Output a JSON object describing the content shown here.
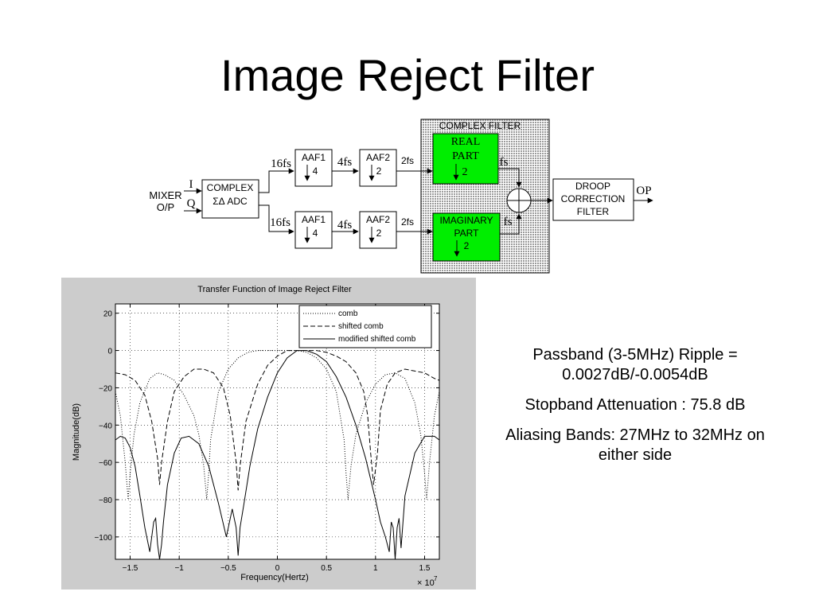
{
  "slide": {
    "title": "Image Reject Filter"
  },
  "diagram": {
    "mixer_label_1": "MIXER",
    "mixer_label_2": "O/P",
    "i_label": "I",
    "q_label": "Q",
    "adc_label_1": "COMPLEX",
    "adc_label_2": "ΣΔ ADC",
    "top_rate_1": "16fs",
    "bottom_rate_1": "16fs",
    "aaf1_top_name": "AAF1",
    "aaf1_top_factor": "4",
    "aaf1_bottom_name": "AAF1",
    "aaf1_bottom_factor": "4",
    "top_rate_2": "4fs",
    "bottom_rate_2": "4fs",
    "aaf2_top_name": "AAF2",
    "aaf2_top_factor": "2",
    "aaf2_bottom_name": "AAF2",
    "aaf2_bottom_factor": "2",
    "top_rate_3": "2fs",
    "bottom_rate_3": "2fs",
    "complex_filter_title": "COMPLEX FILTER",
    "real_label_1": "REAL",
    "real_label_2": "PART",
    "real_factor": "2",
    "imag_label_1": "IMAGINARY",
    "imag_label_2": "PART",
    "imag_factor": "2",
    "top_out_rate": "fs",
    "bottom_out_rate": "fs",
    "droop_label_1": "DROOP",
    "droop_label_2": "CORRECTION",
    "droop_label_3": "FILTER",
    "output_label": "OP",
    "colors": {
      "green_block": "#00ee00",
      "hatch": "#aaaaaa"
    }
  },
  "chart_data": {
    "type": "line",
    "title": "Transfer Function of Image Reject Filter",
    "xlabel": "Frequency(Hertz)",
    "ylabel": "Magnitude(dB)",
    "x_multiplier": "× 10",
    "x_multiplier_exp": "7",
    "xlim": [
      -1.65,
      1.65
    ],
    "ylim": [
      -112,
      25
    ],
    "xticks": [
      -1.5,
      -1,
      -0.5,
      0,
      0.5,
      1,
      1.5
    ],
    "xtick_labels": [
      "−1.5",
      "−1",
      "−0.5",
      "0",
      "0.5",
      "1",
      "1.5"
    ],
    "yticks": [
      20,
      0,
      -20,
      -40,
      -60,
      -80,
      -100
    ],
    "ytick_labels": [
      "20",
      "0",
      "−20",
      "−40",
      "−60",
      "−80",
      "−100"
    ],
    "grid": true,
    "legend_position": "top-right",
    "series": [
      {
        "name": "comb",
        "style": "dotted",
        "x": [
          -1.65,
          -1.6,
          -1.55,
          -1.52,
          -1.5,
          -1.46,
          -1.4,
          -1.3,
          -1.22,
          -1.15,
          -1.05,
          -0.95,
          -0.85,
          -0.8,
          -0.75,
          -0.72,
          -0.7,
          -0.68,
          -0.6,
          -0.5,
          -0.4,
          -0.3,
          -0.2,
          -0.1,
          0,
          0.1,
          0.2,
          0.3,
          0.4,
          0.5,
          0.6,
          0.68,
          0.7,
          0.72,
          0.75,
          0.8,
          0.9,
          1.0,
          1.1,
          1.2,
          1.3,
          1.4,
          1.46,
          1.5,
          1.52,
          1.55,
          1.6,
          1.65
        ],
        "y": [
          -22,
          -35,
          -60,
          -80,
          -66,
          -45,
          -28,
          -15,
          -12,
          -13,
          -16,
          -24,
          -35,
          -45,
          -62,
          -80,
          -66,
          -48,
          -22,
          -10,
          -4,
          -1,
          0,
          0,
          0,
          0,
          0,
          -1,
          -4,
          -10,
          -22,
          -48,
          -66,
          -80,
          -62,
          -45,
          -28,
          -18,
          -13,
          -12,
          -15,
          -28,
          -45,
          -66,
          -80,
          -60,
          -35,
          -22
        ]
      },
      {
        "name": "shifted comb",
        "style": "dashed",
        "x": [
          -1.65,
          -1.55,
          -1.45,
          -1.35,
          -1.28,
          -1.22,
          -1.2,
          -1.18,
          -1.12,
          -1.05,
          -0.95,
          -0.85,
          -0.75,
          -0.65,
          -0.55,
          -0.48,
          -0.42,
          -0.4,
          -0.38,
          -0.32,
          -0.2,
          -0.1,
          0,
          0.1,
          0.2,
          0.3,
          0.36,
          0.4,
          0.5,
          0.6,
          0.7,
          0.8,
          0.88,
          0.92,
          0.95,
          0.98,
          1.02,
          1.05,
          1.12,
          1.2,
          1.3,
          1.4,
          1.5,
          1.6,
          1.65
        ],
        "y": [
          -12,
          -13,
          -16,
          -24,
          -38,
          -58,
          -72,
          -60,
          -38,
          -22,
          -14,
          -10,
          -10,
          -12,
          -20,
          -35,
          -60,
          -75,
          -62,
          -38,
          -18,
          -8,
          -3,
          0,
          0,
          0,
          0,
          0,
          -1,
          -3,
          -6,
          -12,
          -22,
          -35,
          -55,
          -72,
          -55,
          -32,
          -18,
          -12,
          -10,
          -11,
          -12,
          -15,
          -16
        ]
      },
      {
        "name": "modified shifted comb",
        "style": "solid",
        "x": [
          -1.65,
          -1.6,
          -1.55,
          -1.5,
          -1.45,
          -1.4,
          -1.35,
          -1.3,
          -1.26,
          -1.24,
          -1.22,
          -1.2,
          -1.18,
          -1.16,
          -1.12,
          -1.05,
          -0.98,
          -0.9,
          -0.8,
          -0.7,
          -0.6,
          -0.52,
          -0.46,
          -0.42,
          -0.4,
          -0.38,
          -0.34,
          -0.28,
          -0.2,
          -0.1,
          0,
          0.1,
          0.2,
          0.3,
          0.4,
          0.5,
          0.6,
          0.7,
          0.8,
          0.9,
          1.0,
          1.05,
          1.1,
          1.14,
          1.16,
          1.18,
          1.2,
          1.22,
          1.24,
          1.26,
          1.3,
          1.4,
          1.5,
          1.6,
          1.65
        ],
        "y": [
          -48,
          -46,
          -47,
          -52,
          -62,
          -78,
          -95,
          -108,
          -92,
          -90,
          -104,
          -112,
          -104,
          -92,
          -72,
          -55,
          -47,
          -46,
          -50,
          -62,
          -82,
          -100,
          -85,
          -95,
          -110,
          -95,
          -82,
          -62,
          -42,
          -25,
          -12,
          -4,
          0,
          0,
          -2,
          -6,
          -14,
          -25,
          -40,
          -58,
          -80,
          -92,
          -100,
          -108,
          -92,
          -95,
          -112,
          -95,
          -90,
          -106,
          -78,
          -55,
          -46,
          -46,
          -48
        ]
      }
    ]
  },
  "notes": [
    "Passband (3-5MHz) Ripple = 0.0027dB/-0.0054dB",
    "Stopband Attenuation : 75.8 dB",
    "Aliasing Bands: 27MHz to 32MHz  on either side"
  ]
}
